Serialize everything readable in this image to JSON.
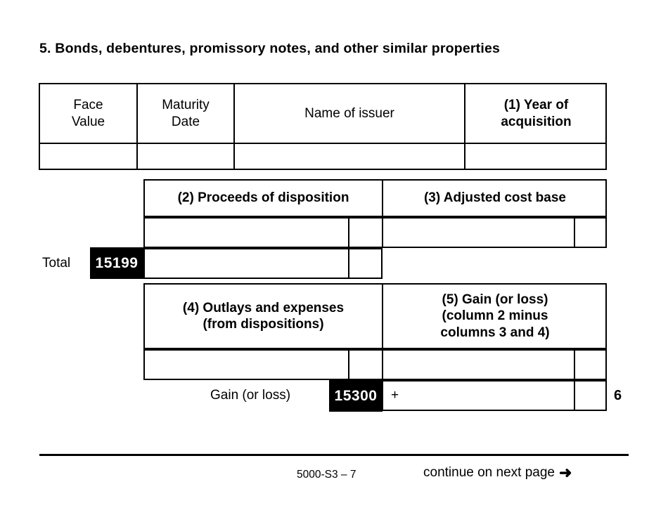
{
  "section": {
    "heading": "5. Bonds, debentures, promissory notes, and other similar properties"
  },
  "table_identification": {
    "columns": [
      {
        "label": "Face\nValue",
        "line1": "Face",
        "line2": "Value",
        "weight": "regular"
      },
      {
        "label": "Maturity\nDate",
        "line1": "Maturity",
        "line2": "Date",
        "weight": "regular"
      },
      {
        "label": "Name of issuer",
        "line1": "Name of issuer",
        "line2": "",
        "weight": "regular"
      },
      {
        "label": "(1) Year of acquisition",
        "line1": "(1) Year of",
        "line2": "acquisition",
        "weight": "bold"
      }
    ],
    "rows": [
      {
        "face_value": "",
        "maturity_date": "",
        "name_of_issuer": "",
        "year_of_acquisition": ""
      }
    ]
  },
  "table_proceeds": {
    "columns": [
      {
        "label": "(2) Proceeds of disposition",
        "weight": "bold"
      },
      {
        "label": "(3) Adjusted cost base",
        "weight": "bold"
      }
    ],
    "rows": [
      {
        "proceeds_dollars": "",
        "proceeds_cents": "",
        "acb_dollars": "",
        "acb_cents": ""
      }
    ],
    "total_row": {
      "label": "Total",
      "line_number": "15199",
      "dollars": "",
      "cents": ""
    }
  },
  "table_gain": {
    "columns": [
      {
        "label": "(4) Outlays and expenses (from dispositions)",
        "line1": "(4) Outlays and expenses",
        "line2": "(from dispositions)",
        "line3": "",
        "weight": "bold"
      },
      {
        "label": "(5) Gain (or loss) (column 2 minus columns 3 and 4)",
        "line1": "(5) Gain (or loss)",
        "line2": "(column 2 minus",
        "line3": "columns 3 and 4)",
        "weight": "bold"
      }
    ],
    "rows": [
      {
        "outlays_dollars": "",
        "outlays_cents": "",
        "gain_dollars": "",
        "gain_cents": ""
      }
    ],
    "gain_row": {
      "label": "Gain (or loss)",
      "line_number": "15300",
      "operator": "+",
      "dollars": "",
      "cents": "",
      "item_number": "6"
    }
  },
  "footer": {
    "form_id": "5000-S3 – 7",
    "continue_text": "continue on next page",
    "arrow": "➜"
  },
  "colors": {
    "ink": "#000000",
    "paper": "#ffffff",
    "line_box_bg": "#000000",
    "line_box_fg": "#ffffff"
  }
}
